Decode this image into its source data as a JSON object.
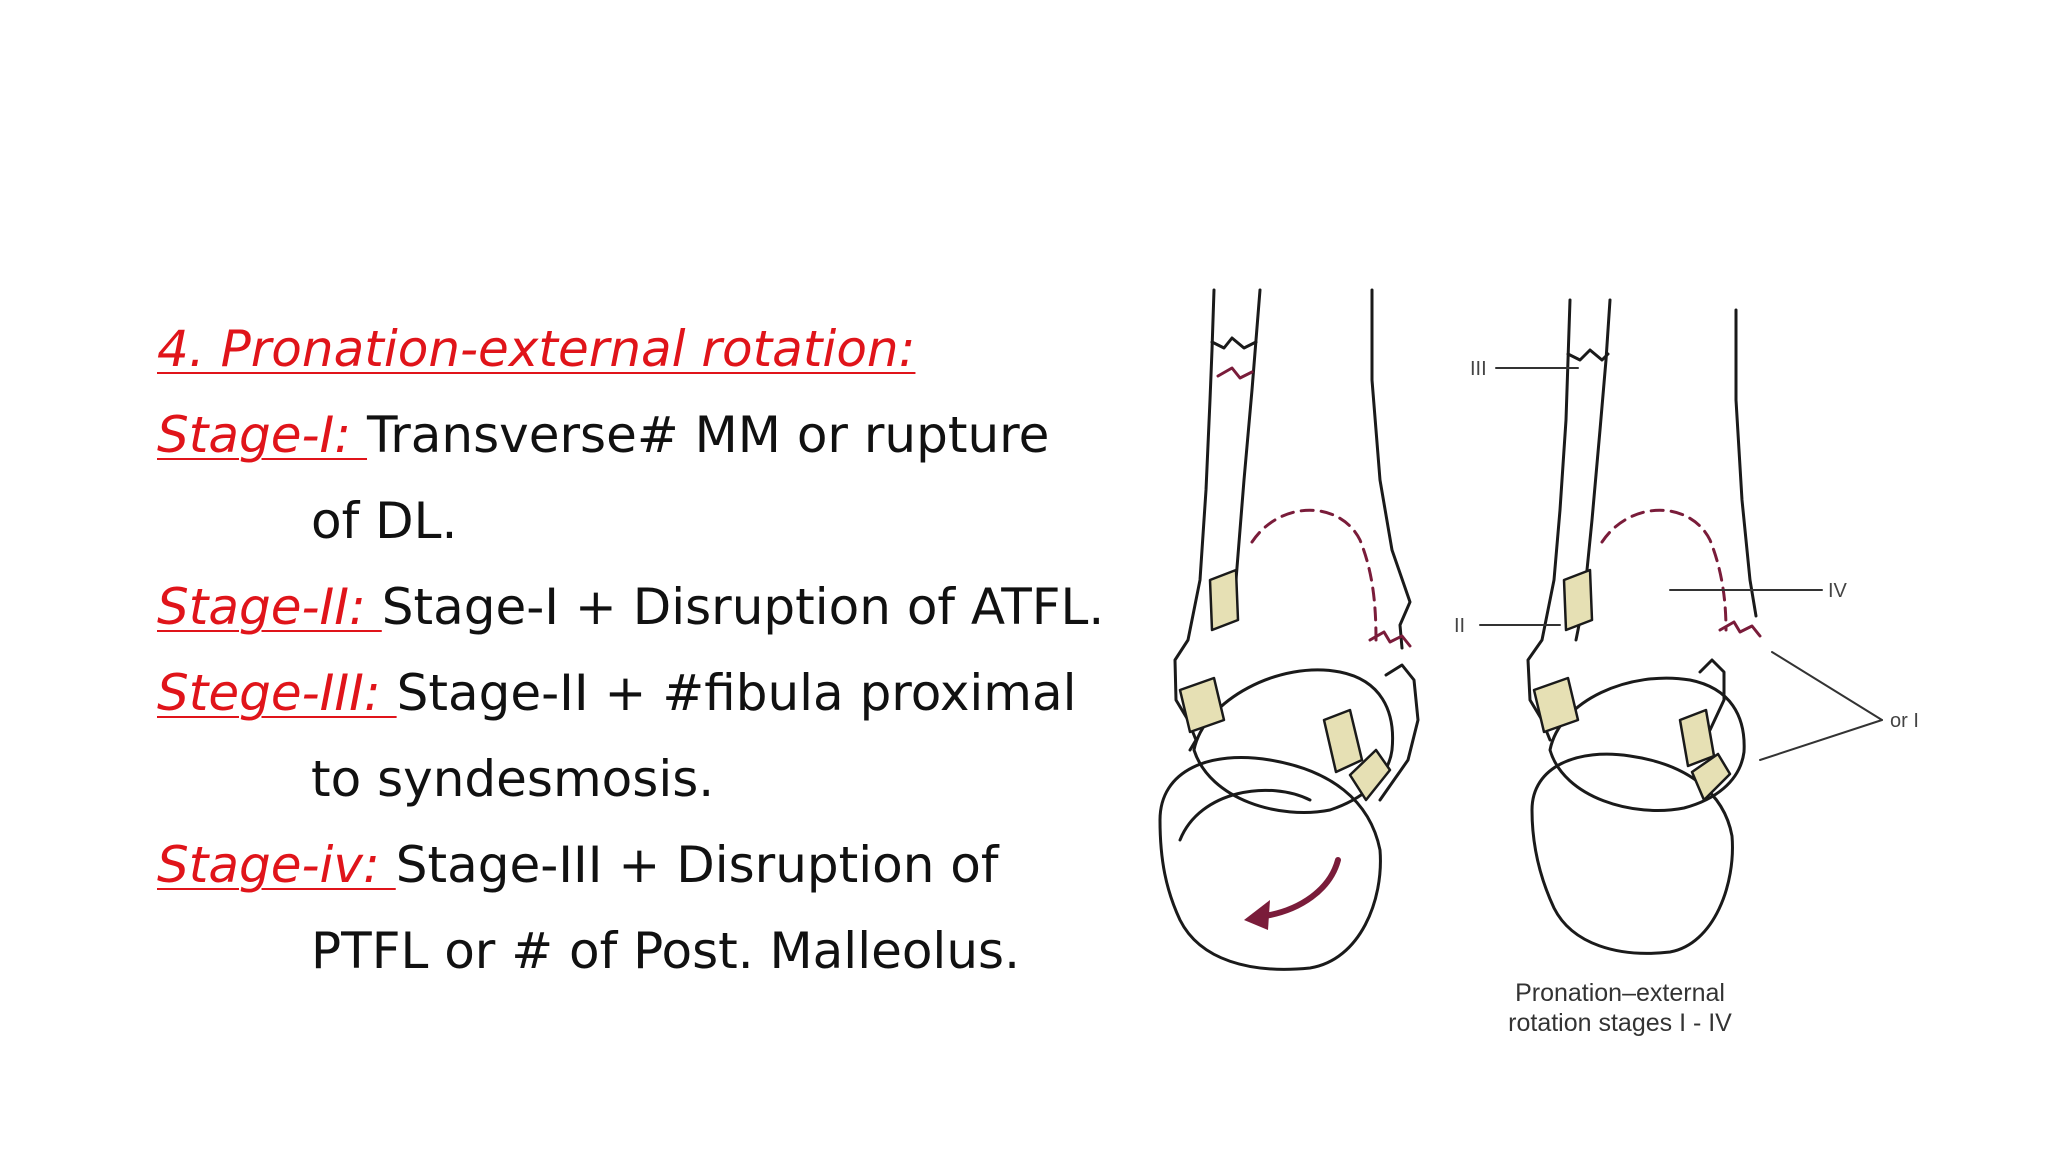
{
  "slide": {
    "heading": "4. Pronation-external rotation:",
    "stages": [
      {
        "label": "Stage-I: ",
        "text": "Transverse# MM or rupture",
        "continuation": "of DL."
      },
      {
        "label": "Stage-II: ",
        "text": "Stage-I + Disruption of ATFL.",
        "continuation": ""
      },
      {
        "label": "Stege-III: ",
        "text": "Stage-II + #fibula proximal",
        "continuation": "to syndesmosis."
      },
      {
        "label": "Stage-iv: ",
        "text": "Stage-III + Disruption of",
        "continuation": "PTFL or # of Post. Malleolus."
      }
    ]
  },
  "figure": {
    "labels": {
      "stage_iii": "III",
      "stage_ii": "II",
      "stage_iv": "IV",
      "or_i": "or I"
    },
    "caption_line1": "Pronation–external",
    "caption_line2": "rotation stages I - IV"
  },
  "colors": {
    "heading_red": "#e0141a",
    "text": "#111111",
    "ligament": "#e6e0b4",
    "fracture_line": "#7a1c3a",
    "arrow": "#7a1c3a"
  }
}
